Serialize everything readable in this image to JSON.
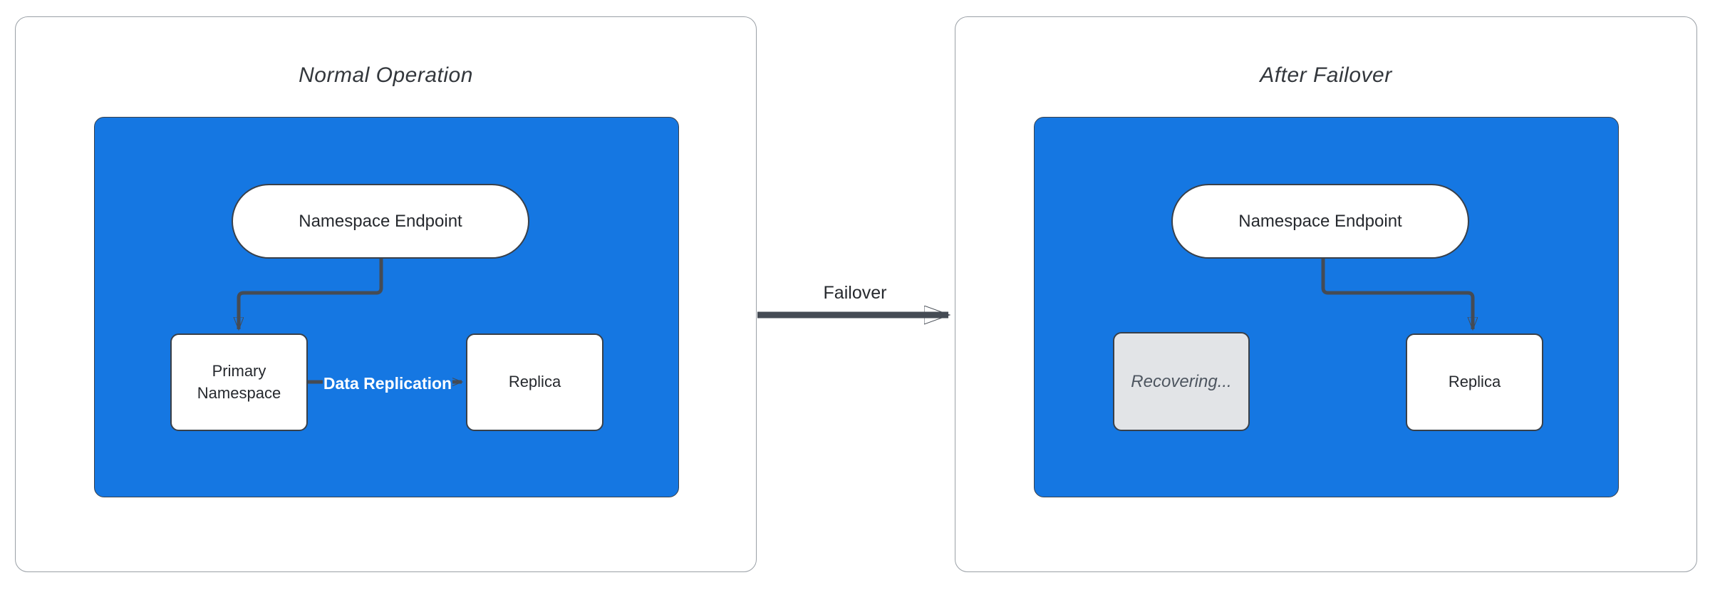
{
  "colors": {
    "container_blue": "#1577E2",
    "stroke_dark": "#454B54",
    "panel_border": "#9AA0A6",
    "node_fill": "#FFFFFF",
    "node_border": "#394049",
    "recovering_fill": "#E2E4E7",
    "recovering_text": "#4E5660",
    "title_text": "#33373C",
    "node_text": "#26292E",
    "replication_label_text": "#FFFFFF"
  },
  "left_panel": {
    "title": "Normal Operation",
    "endpoint_label": "Namespace Endpoint",
    "primary_label": "Primary Namespace",
    "replica_label": "Replica",
    "replication_label": "Data Replication"
  },
  "right_panel": {
    "title": "After Failover",
    "endpoint_label": "Namespace Endpoint",
    "recovering_label": "Recovering...",
    "replica_label": "Replica"
  },
  "failover_arrow": {
    "label": "Failover"
  }
}
